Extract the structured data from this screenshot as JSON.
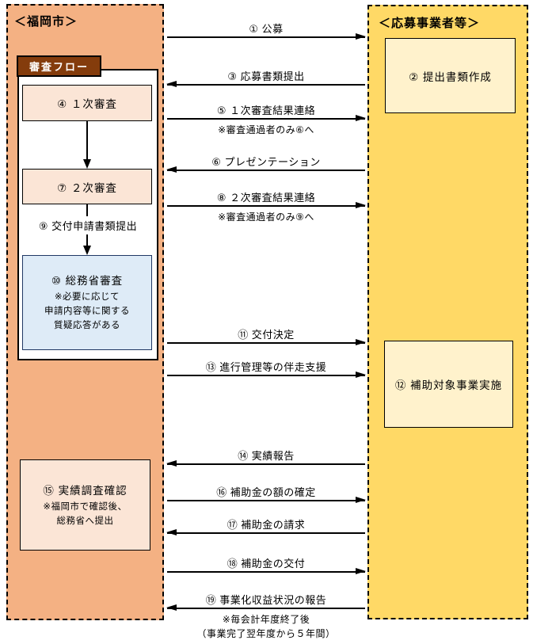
{
  "colors": {
    "left_column_bg": "#F4B183",
    "right_column_bg": "#FFD966",
    "peach_box_bg": "#FBE5D6",
    "cream_box_bg": "#FFF2CC",
    "blue_box_bg": "#DEEBF7",
    "blue_box_border": "#203864",
    "flow_tab_bg": "#843C0C",
    "arrow_color": "#000000"
  },
  "left_column": {
    "header": "＜福岡市＞",
    "flow_tab": "審査フロー",
    "box_first_review": {
      "label": "④ １次審査"
    },
    "box_second_review": {
      "label": "⑦ ２次審査"
    },
    "step9_label": "⑨ 交付申請書類提出",
    "box_ministry_review": {
      "label": "⑩ 総務省審査",
      "note_line1": "※必要に応じて",
      "note_line2": "申請内容等に関する",
      "note_line3": "質疑応答がある"
    },
    "box_result_check": {
      "label": "⑮ 実績調査確認",
      "note_line1": "※福岡市で確認後、",
      "note_line2": "総務省へ提出"
    }
  },
  "right_column": {
    "header": "＜応募事業者等＞",
    "box_prepare_docs": {
      "label": "② 提出書類作成"
    },
    "box_project_exec": {
      "label": "⑫ 補助対象事業実施"
    }
  },
  "arrows": [
    {
      "label": "① 公募",
      "direction": "right"
    },
    {
      "label": "③ 応募書類提出",
      "direction": "left"
    },
    {
      "label": "⑤ １次審査結果連絡",
      "direction": "right",
      "note": "※審査通過者のみ⑥へ"
    },
    {
      "label": "⑥ プレゼンテーション",
      "direction": "left"
    },
    {
      "label": "⑧ ２次審査結果連絡",
      "direction": "right",
      "note": "※審査通過者のみ⑨へ"
    },
    {
      "label": "⑪ 交付決定",
      "direction": "right"
    },
    {
      "label": "⑬ 進行管理等の伴走支援",
      "direction": "right"
    },
    {
      "label": "⑭ 実績報告",
      "direction": "left"
    },
    {
      "label": "⑯ 補助金の額の確定",
      "direction": "right"
    },
    {
      "label": "⑰ 補助金の請求",
      "direction": "left"
    },
    {
      "label": "⑱ 補助金の交付",
      "direction": "right"
    },
    {
      "label": "⑲ 事業化収益状況の報告",
      "direction": "left",
      "note": "※毎会計年度終了後",
      "note2": "（事業完了翌年度から５年間）"
    }
  ]
}
